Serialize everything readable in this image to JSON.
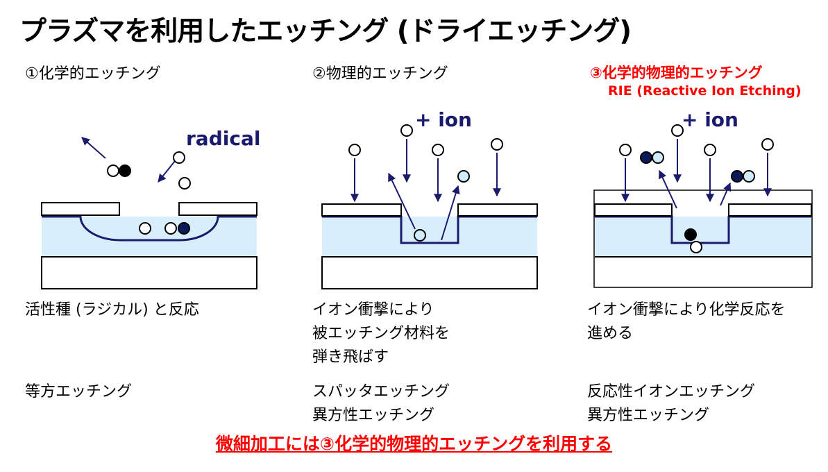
{
  "title": "プラズマを利用したエッチング (ドライエッチング)",
  "columns": [
    {
      "heading": "①化学的エッチング",
      "label": "radical",
      "desc1": "活性種 (ラジカル) と反応",
      "desc2": "等方エッチング"
    },
    {
      "heading": "②物理的エッチング",
      "label": "+ ion",
      "desc1": "イオン衝撃により\n被エッチング材料を\n弾き飛ばす",
      "desc2": "スパッタエッチング\n異方性エッチング"
    },
    {
      "heading": "③化学的物理的エッチング",
      "subheading": "RIE (Reactive Ion Etching)",
      "label": "+ ion",
      "desc1": "イオン衝撃により化学反応を\n進める",
      "desc2": "反応性イオンエッチング\n異方性エッチング"
    }
  ],
  "conclusion": "微細加工には③化学的物理的エッチングを利用する",
  "colors": {
    "heading_accent": "#ff0000",
    "ink": "#1a1a6e",
    "etch_layer": "#d9eefb",
    "light_particle": "#d0ecfa",
    "dark_particle": "#0c1a5c"
  }
}
